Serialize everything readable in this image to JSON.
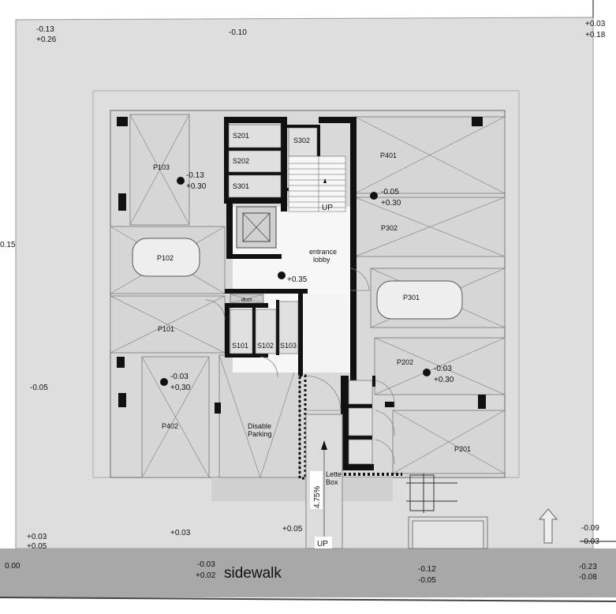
{
  "plan": {
    "colors": {
      "site": "#dedede",
      "sidewalk": "#a8a8a8",
      "wall": "#111111",
      "lobby": "#f7f7f7"
    },
    "levels": {
      "top_left_a": "-0.13",
      "top_left_b": "+0.26",
      "top_mid": "-0.10",
      "top_right_a": "+0.03",
      "top_right_b": "+0.18",
      "left_mid": "0.15",
      "left_low": "-0.05",
      "p103_a": "-0.13",
      "p103_b": "+0.30",
      "p302_a": "-0.05",
      "p302_b": "+0.30",
      "lobby": "+0.35",
      "p202_a": "-0.03",
      "p202_b": "+0.30",
      "p402_a": "-0.03",
      "p402_b": "+0,30",
      "bottom_left_a": "+0.03",
      "bottom_left_b": "+0.05",
      "bottom_mid": "+0.03",
      "ramp_side": "+0.05",
      "bottom_right_a": "-0.09",
      "bottom_right_b": "-0.03",
      "sw_left": "0.00",
      "sw_mid_a": "-0.03",
      "sw_mid_b": "+0.02",
      "sw_center_a": "-0.12",
      "sw_center_b": "-0.05",
      "sw_right_a": "-0.23",
      "sw_right_b": "-0.08"
    },
    "storage": [
      "S201",
      "S202",
      "S301",
      "S302",
      "S101",
      "S102",
      "S103"
    ],
    "parking": [
      "P103",
      "P102",
      "P101",
      "P402",
      "P401",
      "P302",
      "P301",
      "P202",
      "P201"
    ],
    "disable_parking": [
      "Disable",
      "Parking"
    ],
    "lobby": [
      "entrance",
      "lobby"
    ],
    "duct": "duct",
    "stair_up": "UP",
    "stair_steps": [
      "1",
      "2",
      "3",
      "4",
      "5",
      "6",
      "7",
      "8",
      "9",
      "10",
      "11",
      "12",
      "13",
      "14",
      "15",
      "16",
      "17",
      "18"
    ],
    "ramp_slope": "4.75%",
    "ramp_up": "UP",
    "letter_box": [
      "Lette",
      "Box"
    ],
    "sidewalk": "sidewalk",
    "north_arrow_icon": "arrow-up-icon"
  }
}
